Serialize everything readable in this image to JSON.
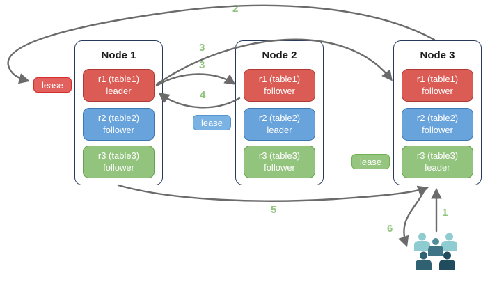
{
  "nodes": [
    {
      "title": "Node 1",
      "replicas": [
        {
          "name": "r1 (table1)",
          "role": "leader",
          "color": "red"
        },
        {
          "name": "r2 (table2)",
          "role": "follower",
          "color": "blue"
        },
        {
          "name": "r3 (table3)",
          "role": "follower",
          "color": "green"
        }
      ]
    },
    {
      "title": "Node 2",
      "replicas": [
        {
          "name": "r1 (table1)",
          "role": "follower",
          "color": "red"
        },
        {
          "name": "r2 (table2)",
          "role": "leader",
          "color": "blue"
        },
        {
          "name": "r3 (table3)",
          "role": "follower",
          "color": "green"
        }
      ]
    },
    {
      "title": "Node 3",
      "replicas": [
        {
          "name": "r1 (table1)",
          "role": "follower",
          "color": "red"
        },
        {
          "name": "r2 (table2)",
          "role": "follower",
          "color": "blue"
        },
        {
          "name": "r3 (table3)",
          "role": "leader",
          "color": "green"
        }
      ]
    }
  ],
  "leases": [
    {
      "label": "lease",
      "color": "red"
    },
    {
      "label": "lease",
      "color": "blue"
    },
    {
      "label": "lease",
      "color": "green"
    }
  ],
  "step_labels": {
    "one": "1",
    "two": "2",
    "three_a": "3",
    "three_b": "3",
    "four": "4",
    "five": "5",
    "six": "6"
  },
  "icons": {
    "users": "users-icon"
  },
  "colors": {
    "node-border": "#27395B",
    "arrow": "#6B6B6B",
    "step": "#90C47E",
    "red-fill": "#DB5C55",
    "red-stroke": "#AE3A35",
    "blue-fill": "#68A3DB",
    "blue-stroke": "#3D78B5",
    "green-fill": "#93C47E",
    "green-stroke": "#63A24E",
    "lease-red-fill": "#E2605E",
    "lease-red-stroke": "#D32F2F",
    "lease-blue-fill": "#7AB2E4",
    "lease-blue-stroke": "#5795D2",
    "lease-green-fill": "#95C57F",
    "lease-green-stroke": "#6FB254",
    "users-light": "#8FCCD1",
    "users-mid": "#4E8C9B",
    "users-midbody": "#3E7485",
    "users-dark1": "#2F6173",
    "users-dark2": "#204C5E"
  }
}
